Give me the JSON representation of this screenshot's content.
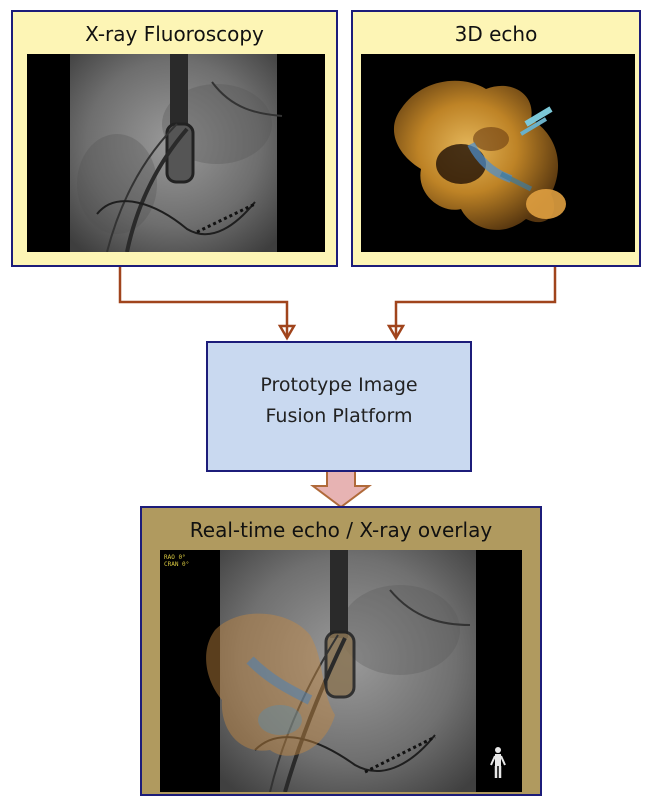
{
  "panels": {
    "xray": {
      "title": "X-ray Fluoroscopy"
    },
    "echo": {
      "title": "3D echo"
    },
    "fusion": {
      "line1": "Prototype Image",
      "line2": "Fusion Platform"
    },
    "overlay": {
      "title": "Real-time echo / X-ray overlay",
      "corner_line1": "RAO 0°",
      "corner_line2": "CRAN 0°"
    }
  },
  "colors": {
    "panel_fill_yellow": "#fdf5b5",
    "panel_border": "#1c1c7a",
    "fusion_fill": "#c9d9f0",
    "overlay_fill": "#b09a5f",
    "connector": "#a0441c",
    "big_arrow_fill": "#e7b3b3"
  }
}
